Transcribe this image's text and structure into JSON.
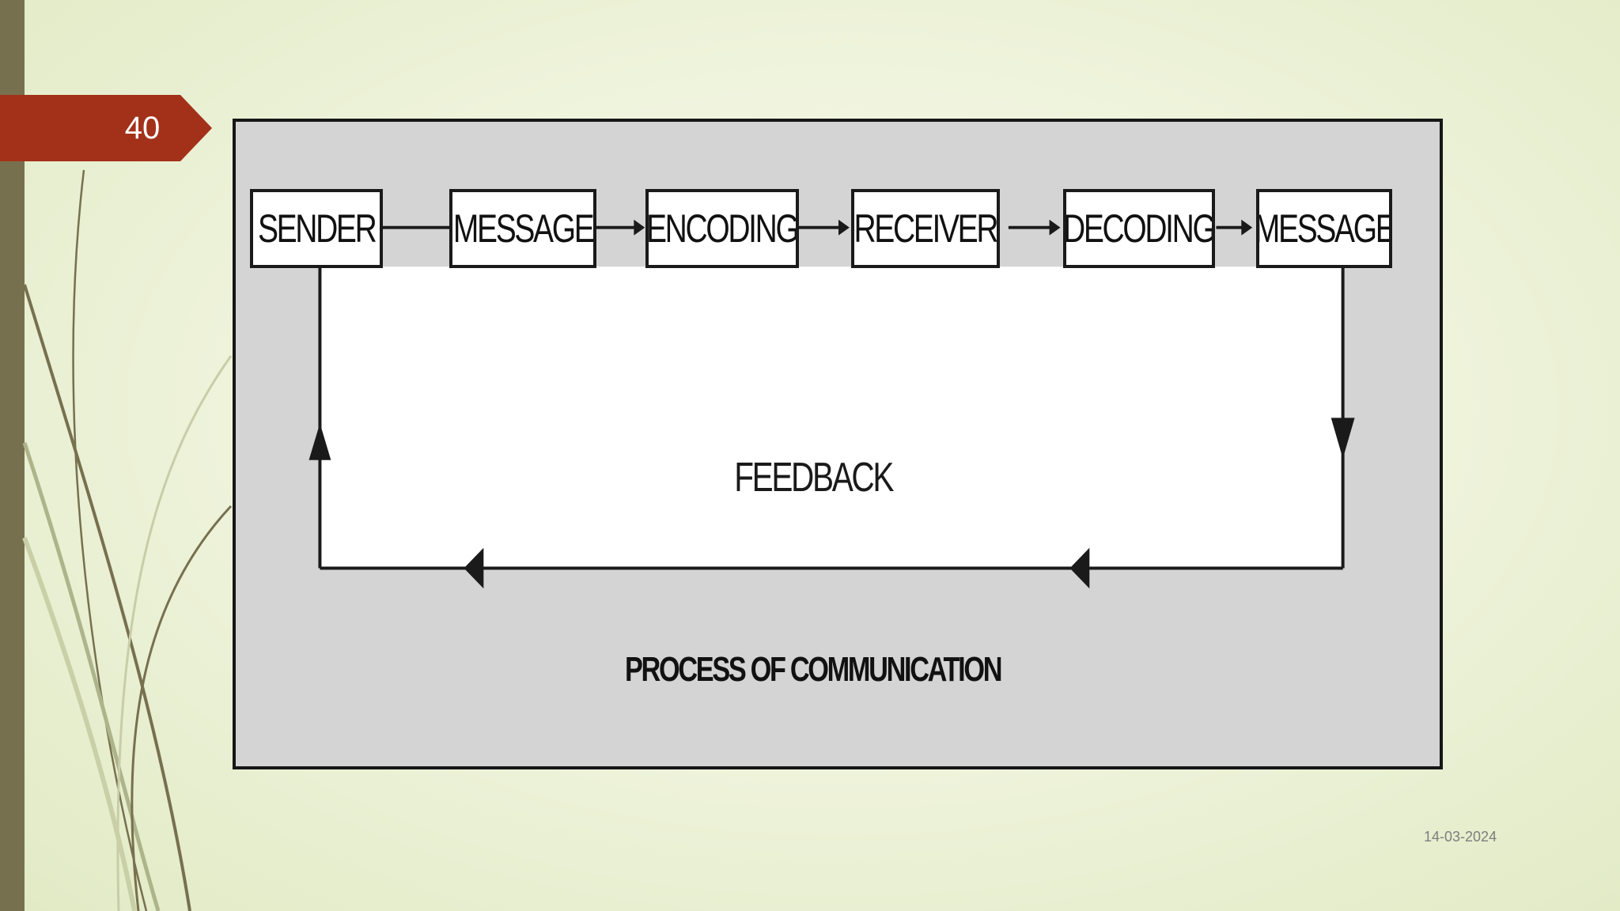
{
  "slide": {
    "number": "40",
    "date": "14-03-2024",
    "accent_color": "#a3311a",
    "band_color": "#77704f"
  },
  "diagram": {
    "boxes": [
      {
        "label": "SENDER"
      },
      {
        "label": "MESSAGE"
      },
      {
        "label": "ENCODING"
      },
      {
        "label": "RECEIVER"
      },
      {
        "label": "DECODING"
      },
      {
        "label": "MESSAGE"
      }
    ],
    "feedback_label": "FEEDBACK",
    "caption": "PROCESS OF COMMUNICATION"
  }
}
